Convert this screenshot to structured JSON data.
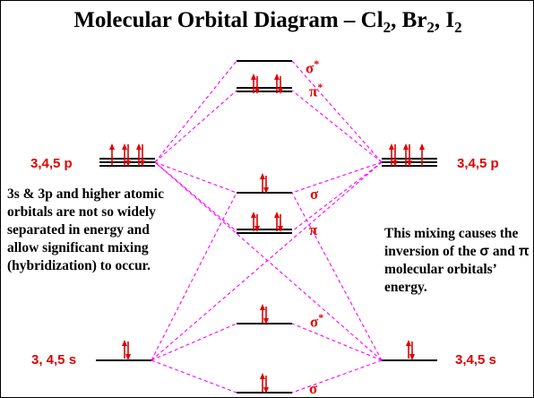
{
  "title": {
    "main": "Molecular Orbital Diagram – Cl",
    "sub1": "2",
    "sep1": ", Br",
    "sub2": "2",
    "sep2": ", I",
    "sub3": "2"
  },
  "atomic_orbitals": {
    "p_left": "3,4,5 p",
    "p_right": "3,4,5 p",
    "s_left": "3, 4,5 s",
    "s_right": "3,4,5 s"
  },
  "molecular_orbitals": {
    "sigma_star_p": {
      "symbol": "σ",
      "sup": "*"
    },
    "pi_star": {
      "symbol": "π",
      "sup": "*"
    },
    "sigma_p": {
      "symbol": "σ",
      "sup": ""
    },
    "pi": {
      "symbol": "π",
      "sup": ""
    },
    "sigma_star_s": {
      "symbol": "σ",
      "sup": "*"
    },
    "sigma_s": {
      "symbol": "σ",
      "sup": ""
    }
  },
  "notes": {
    "left": "3s & 3p and higher atomic orbitals are not so widely separated in energy and allow significant mixing (hybridization) to occur.",
    "right_part1": "This mixing causes the inversion of the ",
    "right_sigma": "σ",
    "right_part2": " and ",
    "right_pi": "π",
    "right_part3": " molecular orbitals’ energy."
  },
  "colors": {
    "electron_arrow": "#e00000",
    "correlation_line": "#ff00ff",
    "level": "#000000",
    "label": "#e00000"
  }
}
